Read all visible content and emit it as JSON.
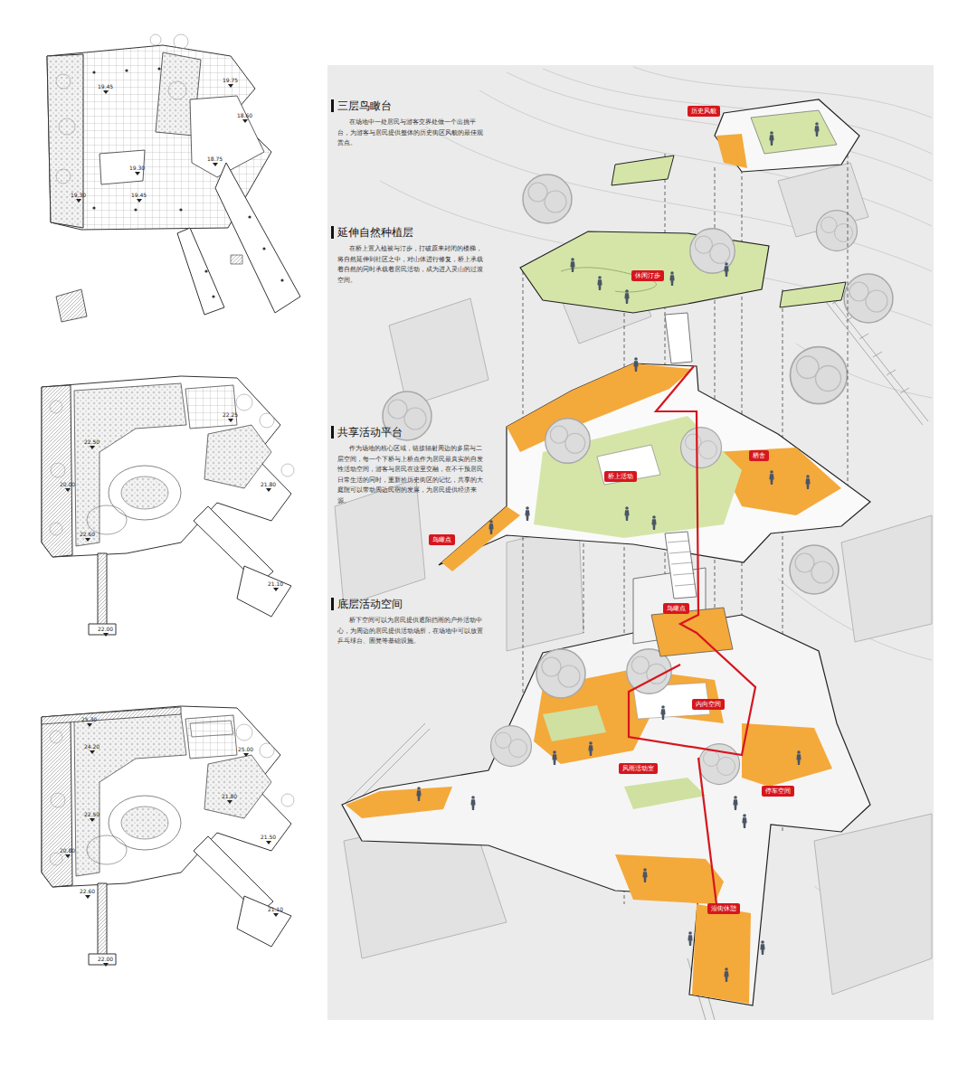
{
  "diagram": {
    "nodes": [
      {
        "text": [
          "三层鸟瞰台",
          "在场地中一处居民与游客交界处做一个出挑平台，为游客与居民提供整体的历史街区风貌的最佳观赏点。"
        ]
      },
      {
        "text": [
          "延伸自然种植层",
          "在桥上置入植被与汀步，打破原来封闭的楼梯，将自然延伸到社区之中，对山体进行修复，桥上承载着自然的同时承载着居民活动，成为进入灵山的过渡空间。"
        ]
      },
      {
        "text": [
          "共享活动平台",
          "作为场地的核心区域，链接辐射周边的多层与二层空间，每一个下桥与上桥点作为居民最真实的自发性活动空间，游客与居民在这里交融，在不干预居民日常生活的同时，重新拾历史街区的记忆，共享的大庭院可以带动周边民宿的发展，为居民提供经济来源。"
        ]
      },
      {
        "text": [
          "底层活动空间",
          "桥下空间可以为居民提供遮阳挡雨的户外活动中心，为周边的居民提供活动场所，在场地中可以放置乒乓球台、固凳等基础设施。"
        ]
      },
      {
        "text": [
          "历史风貌"
        ]
      },
      {
        "text": [
          "休闲汀步"
        ]
      },
      {
        "text": [
          "桥上活动"
        ]
      },
      {
        "text": [
          "栖舍"
        ]
      },
      {
        "text": [
          "鸟瞰点"
        ]
      },
      {
        "text": [
          "鸟瞰点"
        ]
      },
      {
        "text": [
          "内向空间"
        ]
      },
      {
        "text": [
          "风雨活动室"
        ]
      },
      {
        "text": [
          "停车空间"
        ]
      },
      {
        "text": [
          "沿街休憩"
        ]
      }
    ],
    "labels": [
      "19.45",
      "19.75",
      "18.60",
      "19.30",
      "18.75",
      "19.45",
      "19.30",
      "22.25",
      "22.50",
      "20.00",
      "21.80",
      "22.60",
      "21.10",
      "22.00",
      "25.30",
      "24.20",
      "25.00",
      "22.50",
      "21.80",
      "21.50",
      "20.80",
      "22.60",
      "21.10",
      "22.00"
    ]
  }
}
